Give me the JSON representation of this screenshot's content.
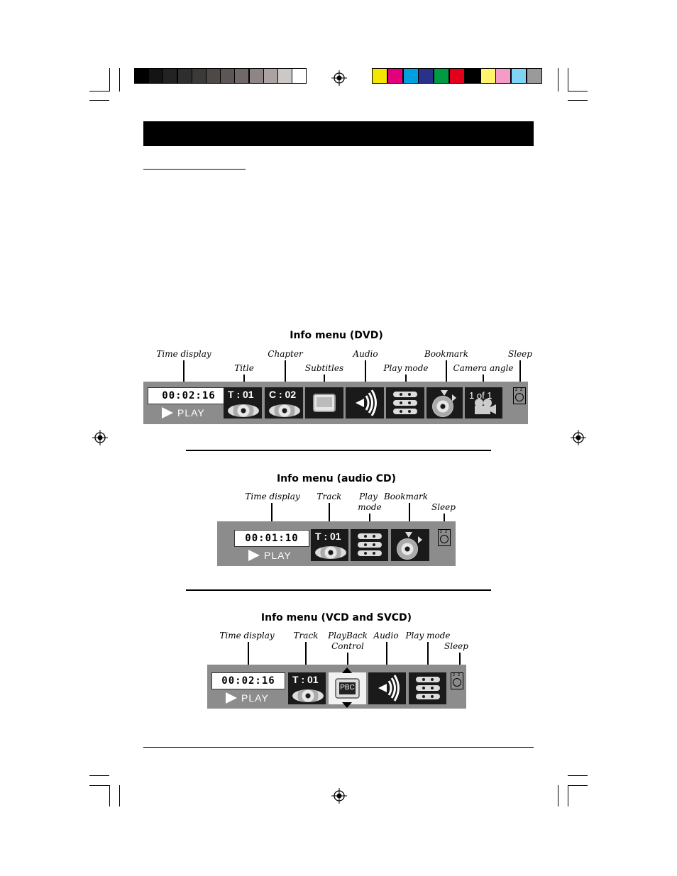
{
  "color_bars": {
    "grayscale": [
      "#000000",
      "#141414",
      "#232323",
      "#2e2e2e",
      "#3c3a38",
      "#4e4846",
      "#5e5656",
      "#716969",
      "#8e8686",
      "#aba3a1",
      "#ccc8c6",
      "#ffffff"
    ],
    "process": [
      "#f5e600",
      "#e3007a",
      "#00a0e0",
      "#2a3189",
      "#009a44",
      "#e3001b",
      "#000000",
      "#fff46b",
      "#f49bc7",
      "#7fd3f5",
      "#9a9a9a"
    ]
  },
  "dvd": {
    "title": "Info menu (DVD)",
    "labels": {
      "time_display": "Time display",
      "title": "Title",
      "chapter": "Chapter",
      "subtitles": "Subtitles",
      "audio": "Audio",
      "play_mode": "Play mode",
      "bookmark": "Bookmark",
      "camera_angle": "Camera angle",
      "sleep": "Sleep"
    },
    "time": "00:02:16",
    "play": "PLAY",
    "title_value": "T : 01",
    "chapter_value": "C : 02",
    "angle_value": "1 of 1"
  },
  "audio_cd": {
    "title": "Info menu (audio CD)",
    "labels": {
      "time_display": "Time display",
      "track": "Track",
      "play_mode_1": "Play",
      "play_mode_2": "mode",
      "bookmark": "Bookmark",
      "sleep": "Sleep"
    },
    "time": "00:01:10",
    "play": "PLAY",
    "track_value": "T : 01"
  },
  "vcd": {
    "title": "Info menu (VCD and SVCD)",
    "labels": {
      "time_display": "Time display",
      "track": "Track",
      "pbc_1": "PlayBack",
      "pbc_2": "Control",
      "audio": "Audio",
      "play_mode": "Play mode",
      "sleep": "Sleep"
    },
    "time": "00:02:16",
    "play": "PLAY",
    "track_value": "T : 01",
    "pbc_value": "PBC"
  }
}
